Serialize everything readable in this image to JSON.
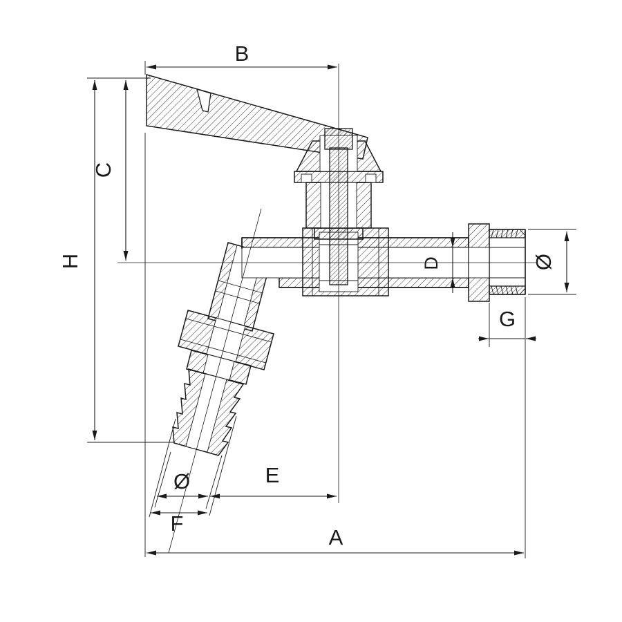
{
  "drawing": {
    "background_color": "#ffffff",
    "line_color": "#1a1a1a",
    "labels": {
      "A": "A",
      "B": "B",
      "C": "C",
      "D": "D",
      "E": "E",
      "F": "F",
      "G": "G",
      "H": "H",
      "diameter_outlet": "Ø",
      "diameter_nozzle": "Ø"
    }
  }
}
